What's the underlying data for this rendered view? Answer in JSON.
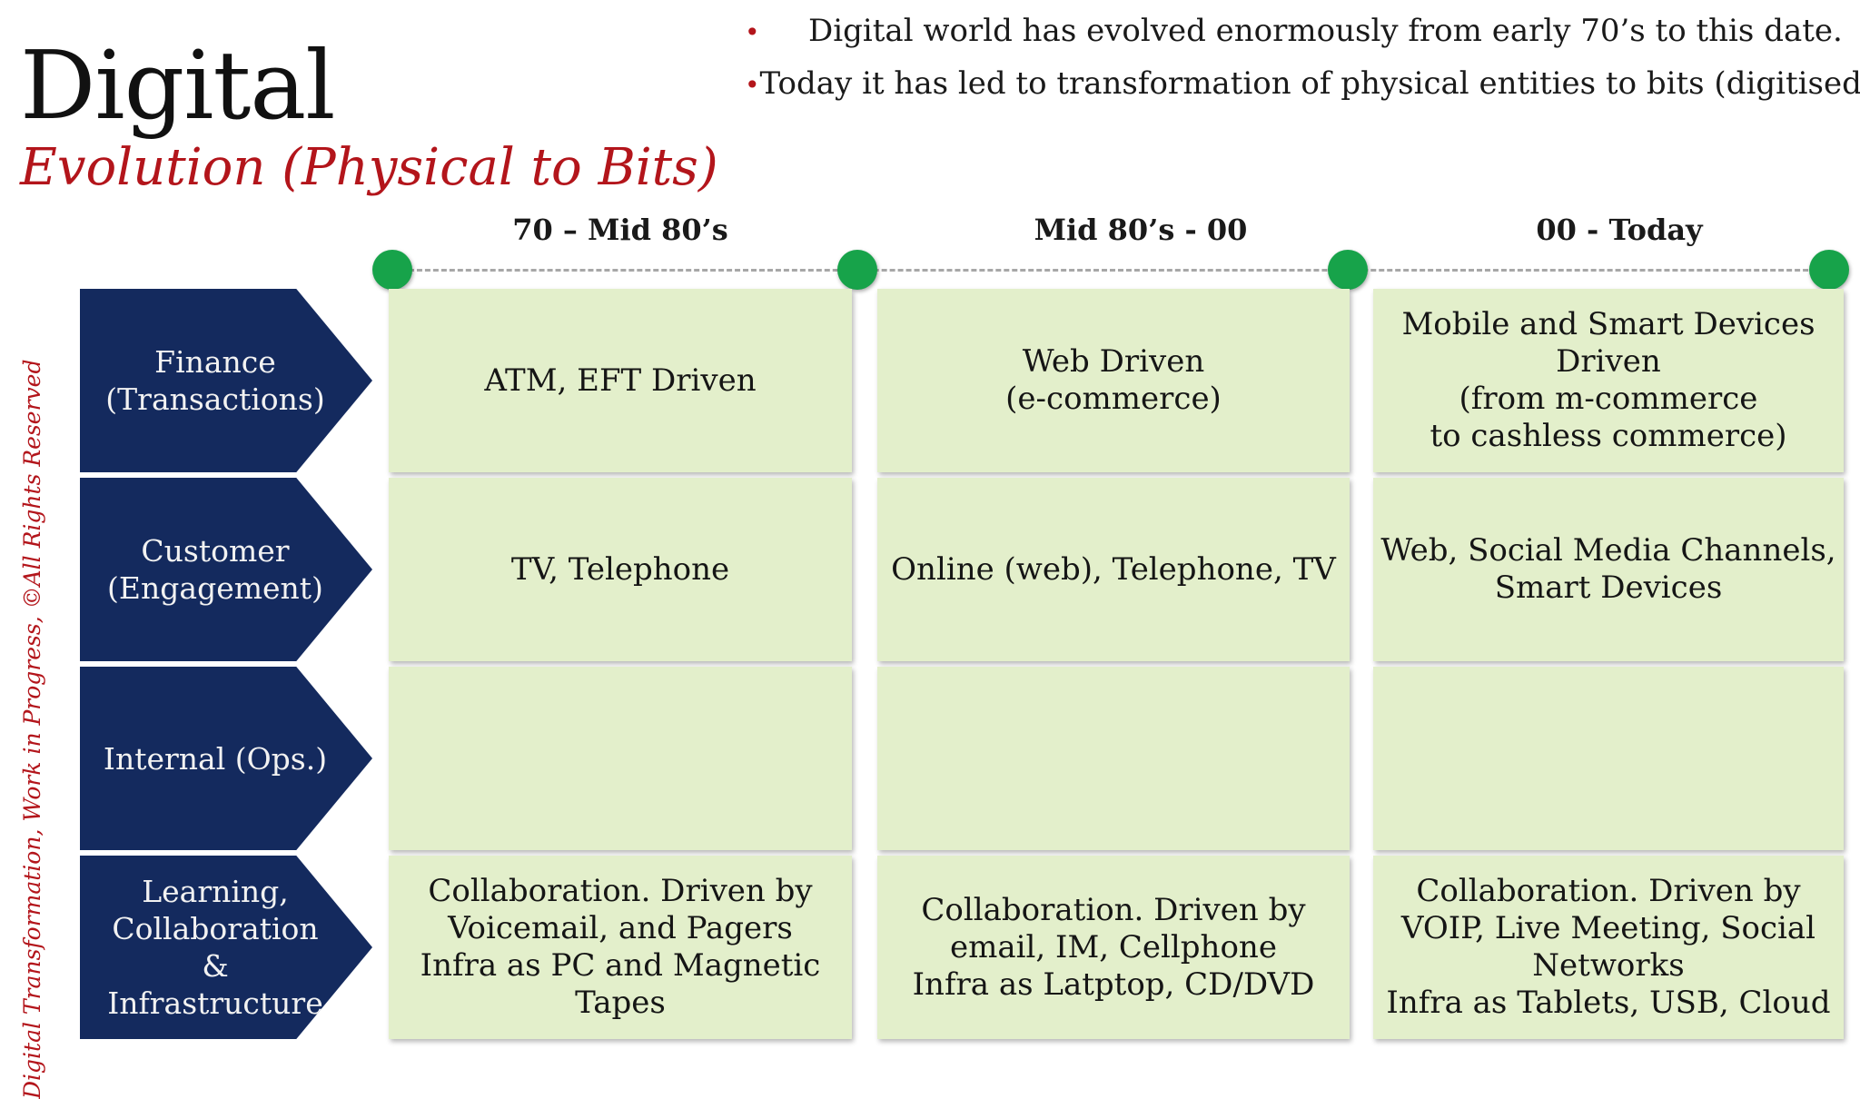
{
  "title": "Digital",
  "subtitle": "Evolution (Physical to Bits)",
  "bullets": [
    "Digital world has evolved enormously from early 70’s to this date.",
    "Today it has led to transformation of physical entities to bits (digitised)."
  ],
  "side_note": "Digital Transformation, Work in Progress, ©All  Rights Reserved",
  "periods": [
    "70 – Mid 80’s",
    "Mid 80’s - 00",
    "00 - Today"
  ],
  "rows": [
    {
      "label": "Finance\n(Transactions)",
      "cells": [
        "ATM, EFT Driven",
        "Web Driven\n(e-commerce)",
        "Mobile and Smart Devices\nDriven\n(from m-commerce\nto cashless commerce)"
      ]
    },
    {
      "label": "Customer\n(Engagement)",
      "cells": [
        "TV, Telephone",
        "Online (web), Telephone, TV",
        "Web, Social Media Channels,\nSmart Devices"
      ]
    },
    {
      "label": "Internal (Ops.)",
      "cells": [
        "",
        "",
        ""
      ]
    },
    {
      "label": "Learning,\nCollaboration\n&\nInfrastructure",
      "cells": [
        "Collaboration.  Driven by\nVoicemail, and Pagers\nInfra as PC  and Magnetic\nTapes",
        "Collaboration.  Driven by\nemail, IM, Cellphone\nInfra as Latptop, CD/DVD",
        "Collaboration.  Driven by\nVOIP, Live Meeting, Social\nNetworks\nInfra as Tablets, USB, Cloud"
      ]
    }
  ],
  "colors": {
    "accent_red": "#b3151b",
    "arrow_navy": "#142a5e",
    "cell_green": "#e3efcb",
    "node_green": "#17a34a"
  }
}
